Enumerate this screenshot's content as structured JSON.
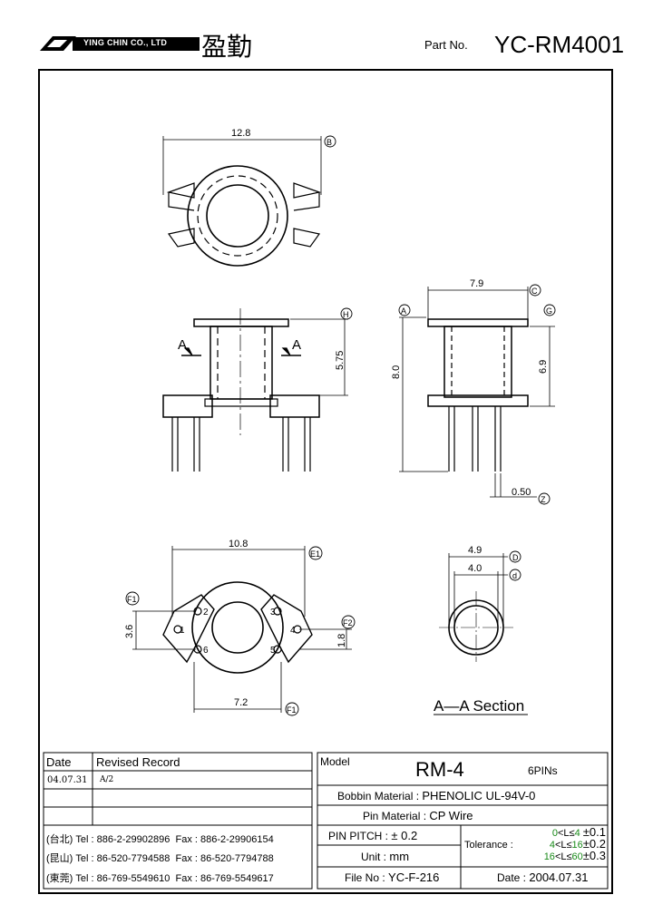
{
  "header": {
    "company_en": "YING CHIN CO., LTD",
    "company_cn": "盈勤",
    "part_no_label": "Part No.",
    "part_no": "YC-RM4001"
  },
  "dims": {
    "d_12_8": "12.8",
    "B": "B",
    "d_7_9": "7.9",
    "C": "C",
    "G": "G",
    "A": "A",
    "H": "H",
    "d_8_0": "8.0",
    "d_6_9": "6.9",
    "d_5_75": "5.75",
    "d_0_50": "0.50",
    "Z": "Z",
    "sec_a": "A",
    "d_10_8": "10.8",
    "E1": "E1",
    "F1": "F1",
    "F2": "F2",
    "d_3_6": "3.6",
    "d_1_8": "1.8",
    "d_7_2": "7.2",
    "d_4_9": "4.9",
    "D": "D",
    "d_4_0": "4.0",
    "d": "d",
    "pin1": "1",
    "pin2": "2",
    "pin3": "3",
    "pin4": "4",
    "pin5": "5",
    "pin6": "6",
    "section_title": "A—A Section"
  },
  "record": {
    "col_date": "Date",
    "col_record": "Revised Record",
    "rows": [
      {
        "date": "04.07.31",
        "record": "A/2"
      },
      {
        "date": "",
        "record": ""
      },
      {
        "date": "",
        "record": ""
      }
    ]
  },
  "contacts": [
    {
      "city": "(台北)",
      "tel": "Tel : 886-2-29902896",
      "fax": "Fax : 886-2-29906154"
    },
    {
      "city": "(昆山)",
      "tel": "Tel : 86-520-7794588",
      "fax": "Fax : 86-520-7794788"
    },
    {
      "city": "(東莞)",
      "tel": "Tel : 86-769-5549610",
      "fax": "Fax : 86-769-5549617"
    }
  ],
  "spec": {
    "model_label": "Model",
    "model": "RM-4",
    "pins": "6PINs",
    "bobbin_label": "Bobbin Material :",
    "bobbin": "PHENOLIC UL-94V-0",
    "pin_mat_label": "Pin Material :",
    "pin_mat": "CP Wire",
    "pitch_label": "PIN PITCH :",
    "pitch": "± 0.2",
    "unit_label": "Unit :",
    "unit": "mm",
    "tol_label": "Tolerance :",
    "tol": [
      {
        "lo": "0",
        "mid": "<L≤",
        "hi": "4",
        "val": "±0.1"
      },
      {
        "lo": "4",
        "mid": "<L≤",
        "hi": "16",
        "val": "±0.2"
      },
      {
        "lo": "16",
        "mid": "<L≤",
        "hi": "60",
        "val": "±0.3"
      }
    ],
    "file_label": "File No :",
    "file": "YC-F-216",
    "date_label": "Date :",
    "date": "2004.07.31"
  }
}
